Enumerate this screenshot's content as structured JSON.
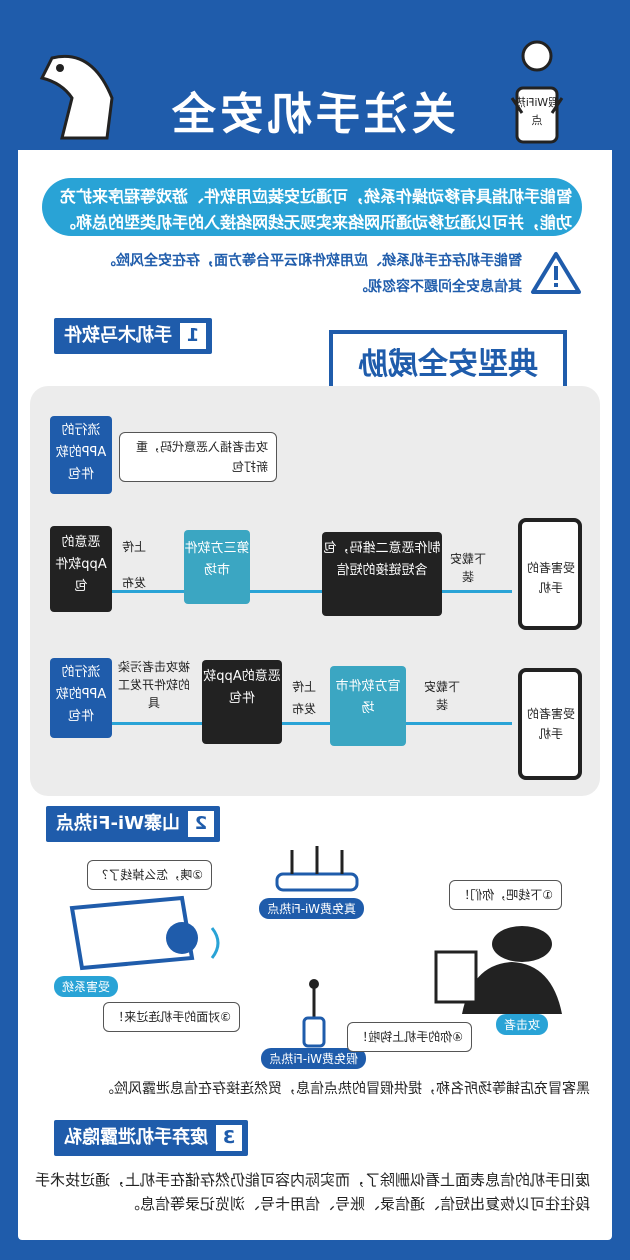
{
  "header": {
    "title": "关注手机安全风险",
    "mascot_sign": "假WiFi热点"
  },
  "intro": {
    "line1": "智能手机指具有移动操作系统，可通过安装应用软件、游戏等程序来扩充",
    "line2": "功能，并可以通过移动通讯网络来实现无线网络接入的手机类型的总称。"
  },
  "warning": {
    "text1": "智能手机存在手机系统、应用软件和云平台等方面，存在安全风险。",
    "text2": "其信息安全问题不容忽视。"
  },
  "banner": {
    "label": "典型安全威胁"
  },
  "section1": {
    "num": "1",
    "title": "手机木马软件",
    "attacker_note": "攻击者插入恶意代码，重新打包",
    "popular_app_1": "流行的APP的软件包",
    "malicious_pkg_1": "恶意的App软件包",
    "upload_1": "上传",
    "publish_1": "发布",
    "third_party_market": "第三方软件市场",
    "sms_box": "制作恶意二维码，包含短链接的短信",
    "download_install_1": "下载安装",
    "victim_phone": "受害者的手机",
    "popular_app_2": "流行的APP的软件包",
    "dev_tool_note": "被攻击者污染的软件开发工具",
    "malicious_pkg_2": "恶意的App软件包",
    "upload_2": "上传",
    "publish_2": "发布",
    "official_market": "官方软件市场",
    "download_install_2": "下载安装"
  },
  "section2": {
    "num": "2",
    "title": "山寨Wi-Fi热点",
    "real_hotspot": "真免费Wi-Fi热点",
    "fake_hotspot": "假免费Wi-Fi热点",
    "note1": "①下线吧，你们！",
    "note2": "②咦，怎么掉线了？",
    "note3": "③对面的手机连过来！",
    "note4": "④你的手机上钩啦！",
    "victim_system": "受害系统",
    "attacker": "攻击者",
    "caption": "黑客冒充店铺等场所名称，提供假冒的热点信息，贸然连接存在信息泄露风险。"
  },
  "section3": {
    "num": "3",
    "title": "废弃手机泄露隐私",
    "body": "废旧手机的信息表面上看似删除了，而实际内容可能仍然存储在手机上，通过技术手段往往可以恢复出短信、通信录、账号、信用卡号、浏览记录等信息。"
  },
  "colors": {
    "primary": "#1f5cab",
    "accent": "#29a3d6",
    "teal": "#3ba6c2",
    "dark": "#222222"
  }
}
